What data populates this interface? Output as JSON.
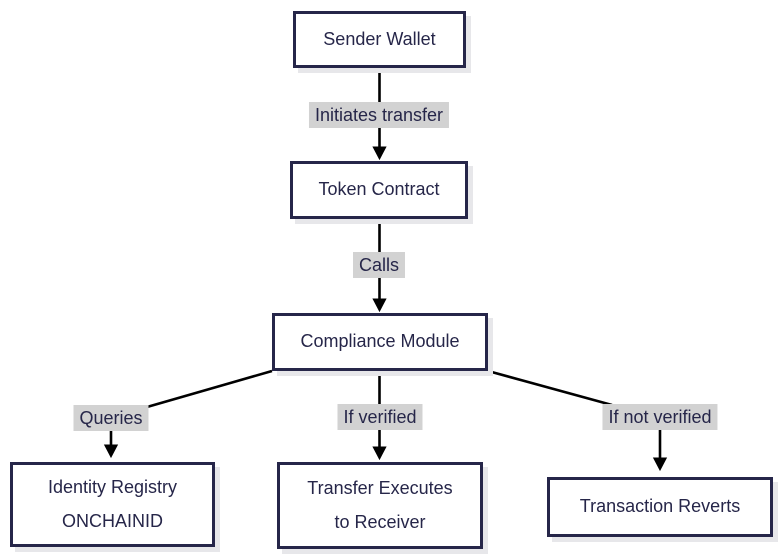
{
  "diagram": {
    "type": "flowchart",
    "direction": "top-down"
  },
  "nodes": [
    {
      "id": "sender_wallet",
      "label": "Sender Wallet"
    },
    {
      "id": "token_contract",
      "label": "Token Contract"
    },
    {
      "id": "compliance_module",
      "label": "Compliance Module"
    },
    {
      "id": "identity_registry",
      "label": "Identity Registry\nONCHAINID"
    },
    {
      "id": "transfer_executes",
      "label": "Transfer Executes\nto Receiver"
    },
    {
      "id": "transaction_reverts",
      "label": "Transaction Reverts"
    }
  ],
  "edges": [
    {
      "from": "sender_wallet",
      "to": "token_contract",
      "label": "Initiates transfer"
    },
    {
      "from": "token_contract",
      "to": "compliance_module",
      "label": "Calls"
    },
    {
      "from": "compliance_module",
      "to": "identity_registry",
      "label": "Queries"
    },
    {
      "from": "compliance_module",
      "to": "transfer_executes",
      "label": "If verified"
    },
    {
      "from": "compliance_module",
      "to": "transaction_reverts",
      "label": "If not verified"
    }
  ],
  "colors": {
    "node_border": "#262649",
    "node_fill": "#ffffff",
    "node_text": "#262649",
    "edge_line": "#000000",
    "edge_label_bg": "#d2d2d2",
    "edge_label_text": "#262649",
    "background": "#ffffff",
    "node_shadow": "#e7e7ea"
  }
}
